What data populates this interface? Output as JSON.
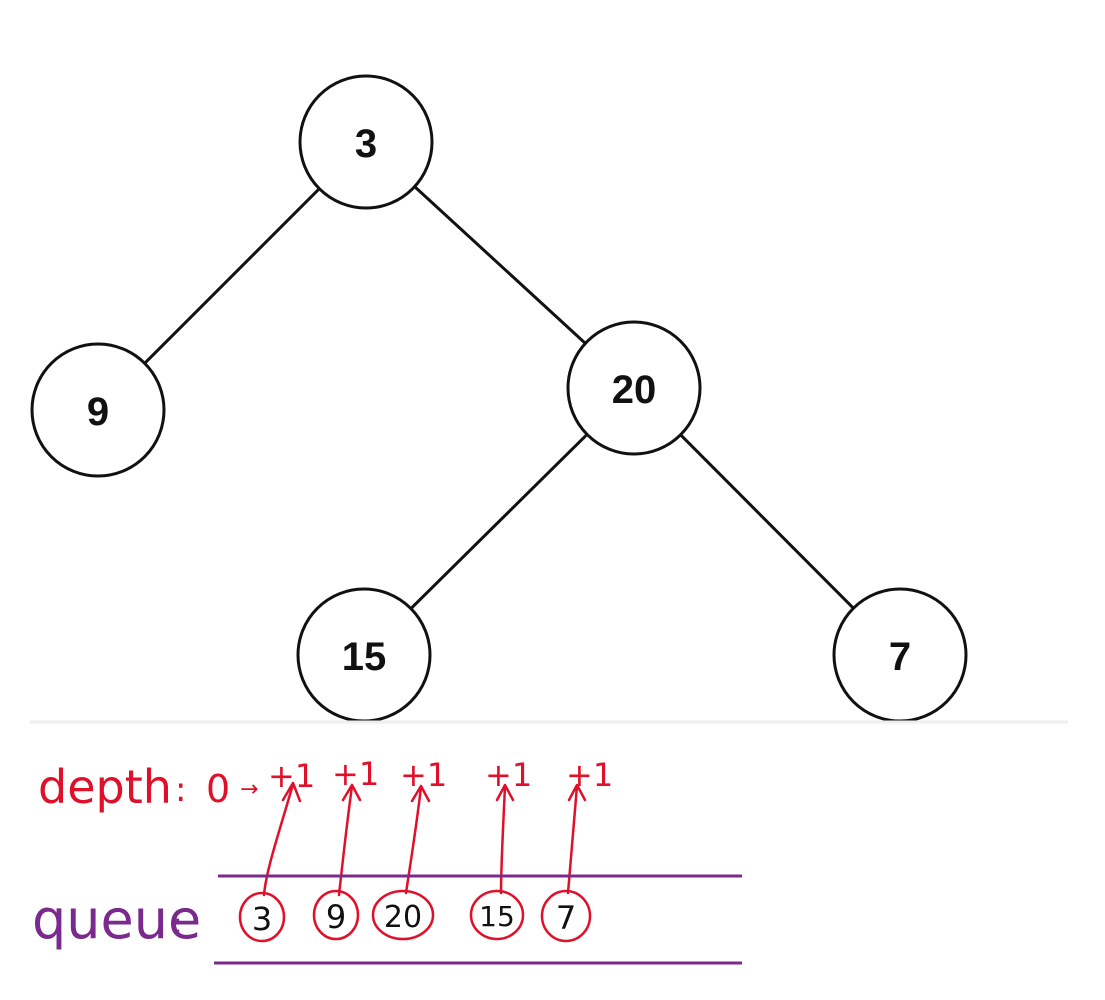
{
  "tree": {
    "nodes": [
      {
        "id": "n3",
        "label": "3"
      },
      {
        "id": "n9",
        "label": "9"
      },
      {
        "id": "n20",
        "label": "20"
      },
      {
        "id": "n15",
        "label": "15"
      },
      {
        "id": "n7",
        "label": "7"
      }
    ],
    "edges": [
      {
        "from": "n3",
        "to": "n9"
      },
      {
        "from": "n3",
        "to": "n20"
      },
      {
        "from": "n20",
        "to": "n15"
      },
      {
        "from": "n20",
        "to": "n7"
      }
    ]
  },
  "annotation": {
    "depth_label": "depth",
    "depth_colon": ":",
    "depth_start": "0",
    "depth_arrow": "→",
    "increment": "+1",
    "queue_label": "queue",
    "queue_colon": ":",
    "queue_items": [
      "3",
      "9",
      "20",
      "15",
      "7"
    ]
  },
  "colors": {
    "node_stroke": "#111111",
    "edge": "#111111",
    "annotation_red": "#e0102a",
    "queue_purple": "#7a2a8c",
    "divider": "#eeeeee"
  }
}
